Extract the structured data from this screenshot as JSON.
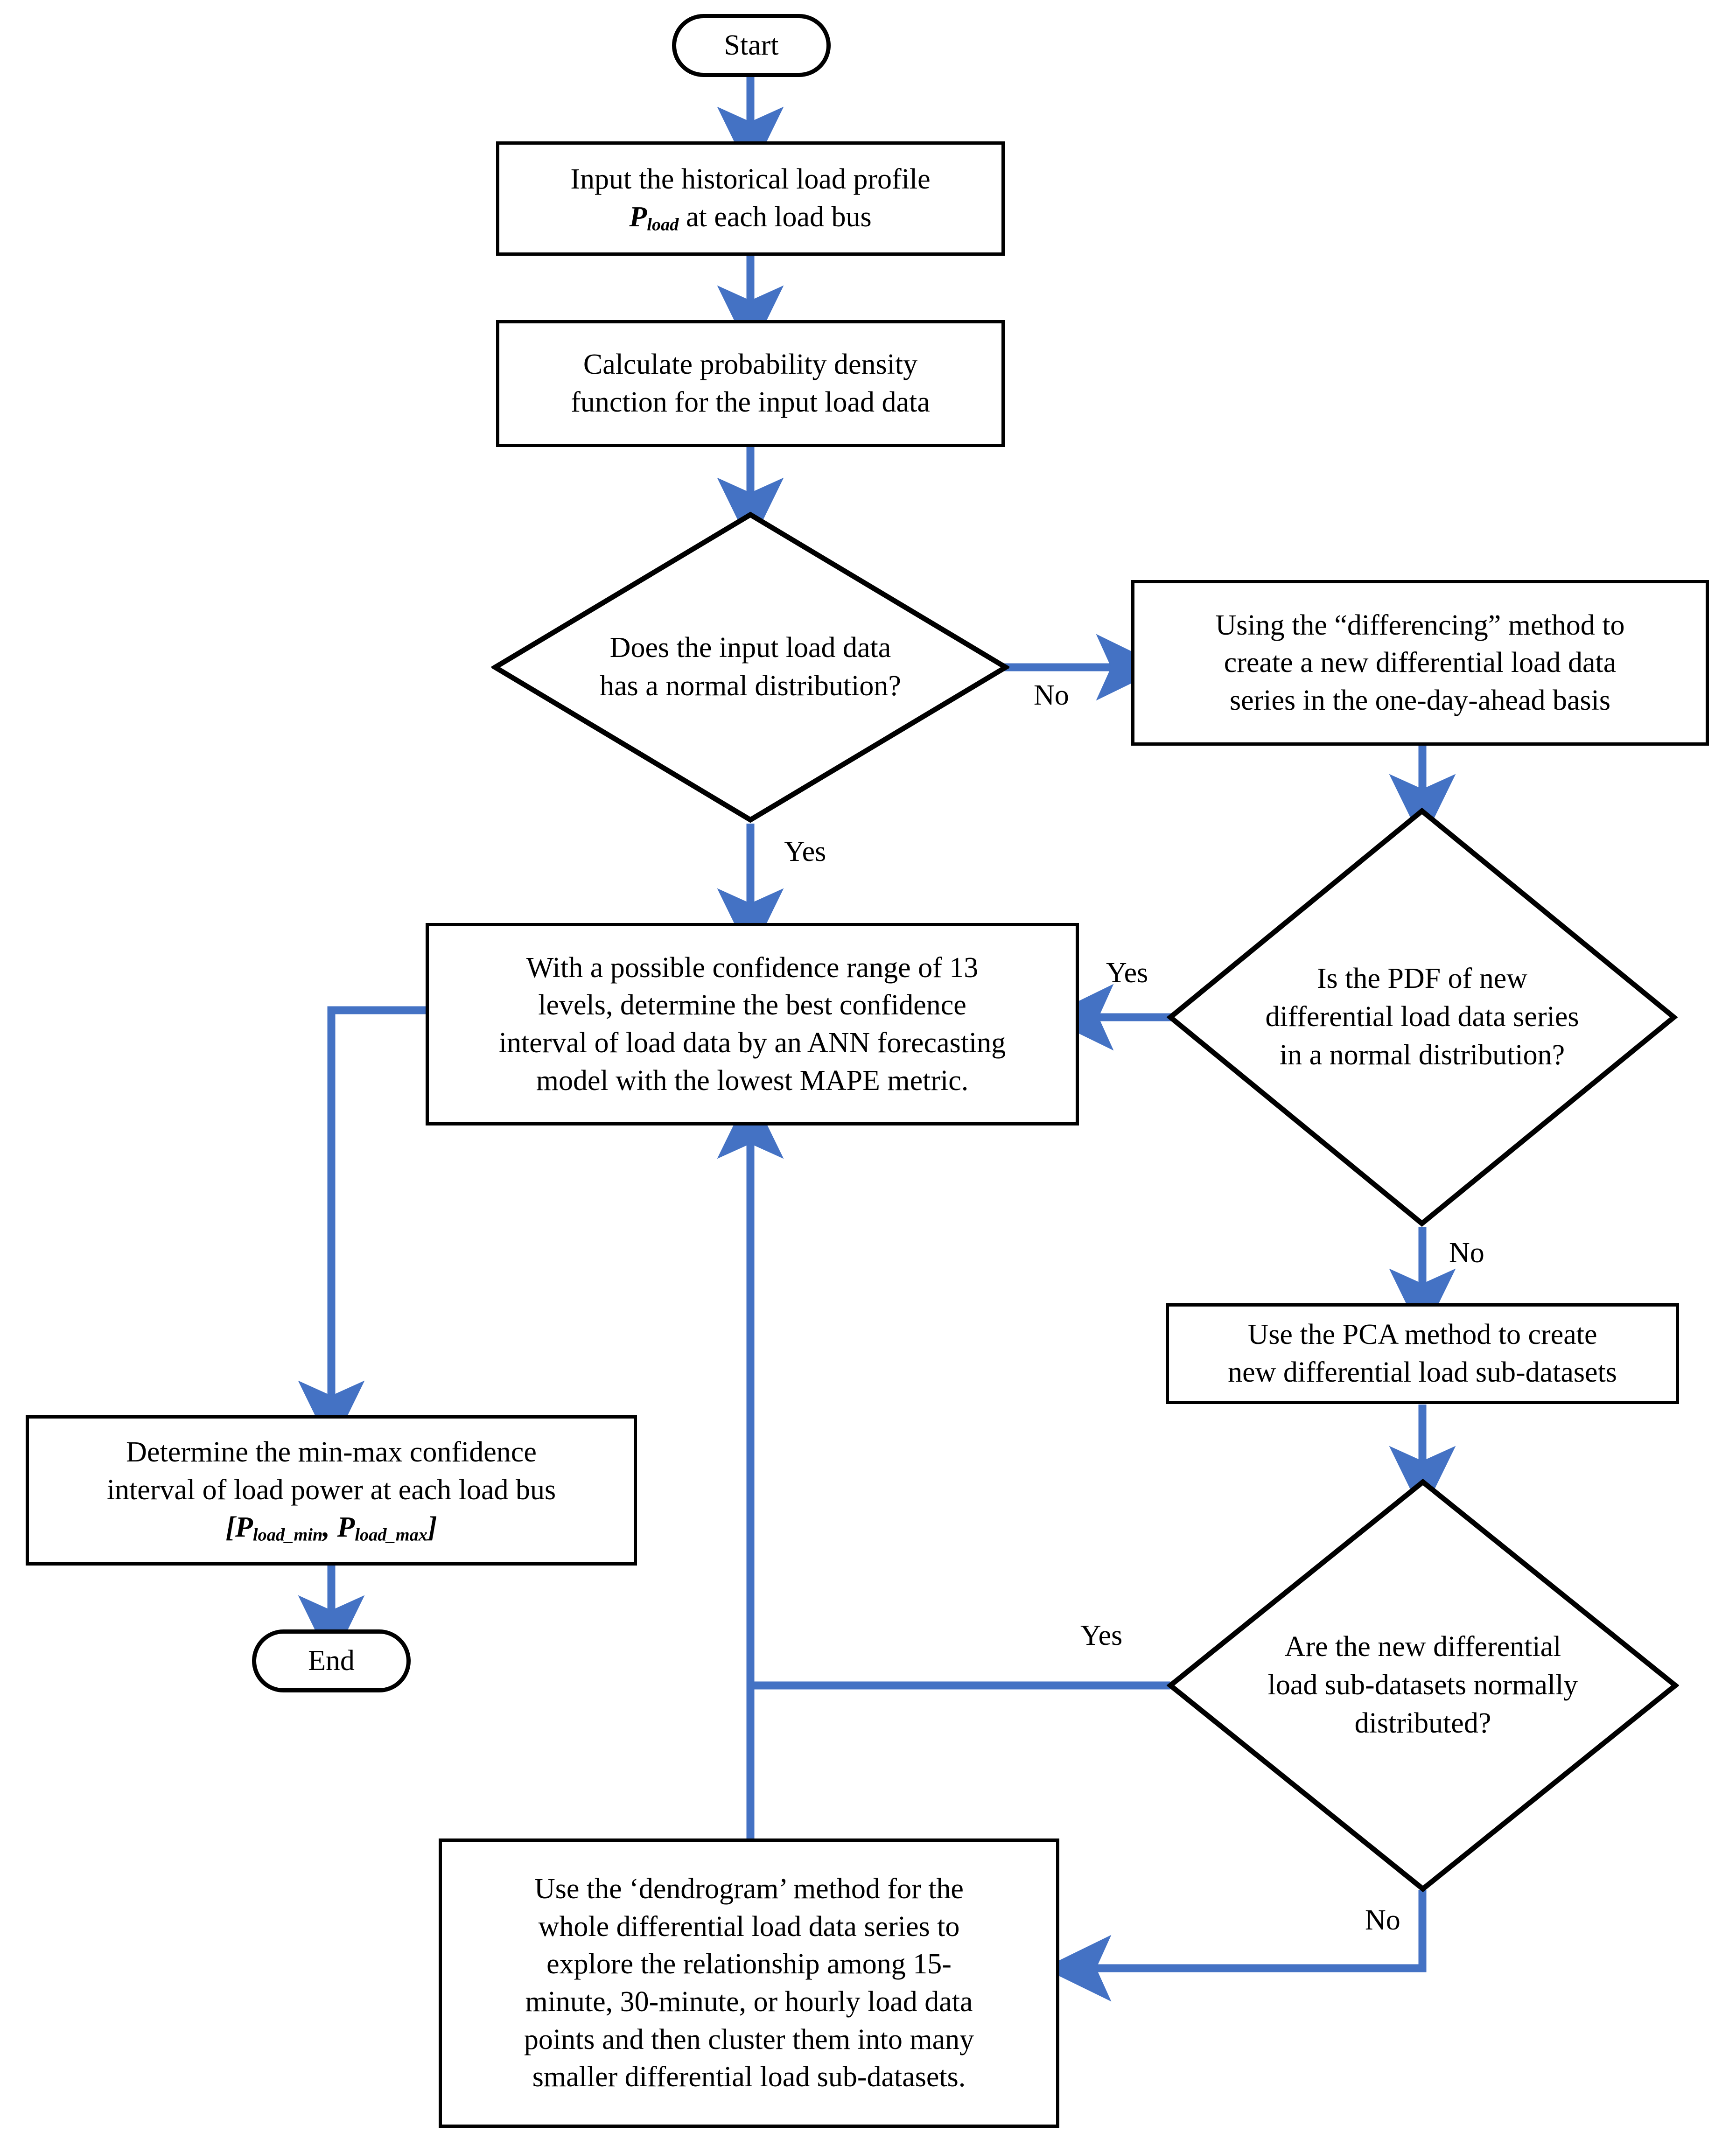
{
  "diagram": {
    "title": "Probabilistic load confidence interval determination flowchart",
    "accent_color": "#4472C4",
    "outline_color": "#000000",
    "background_color": "#FFFFFF"
  },
  "nodes": {
    "start": {
      "type": "terminal",
      "label": "Start"
    },
    "input_load": {
      "type": "process",
      "line1": "Input the historical load profile",
      "symbol": "P",
      "symbol_subscript": "load",
      "line2_tail": " at each load bus"
    },
    "calc_pdf": {
      "type": "process",
      "line1": "Calculate probability density",
      "line2": "function  for the input load data"
    },
    "decision_input_normal": {
      "type": "decision",
      "line1": "Does the input load data",
      "line2": "has a normal distribution?"
    },
    "differencing": {
      "type": "process",
      "line1": "Using the “differencing” method to",
      "line2": "create a new differential load data",
      "line3": "series in the one-day-ahead basis"
    },
    "decision_pdf_normal": {
      "type": "decision",
      "line1": "Is the PDF of new",
      "line2": "differential load data series",
      "line3": "in a normal distribution?"
    },
    "confidence_range": {
      "type": "process",
      "line1": "With a possible confidence range of 13",
      "line2": "levels, determine the best confidence",
      "line3": "interval of load data by an ANN forecasting",
      "line4": "model with the lowest MAPE metric."
    },
    "pca": {
      "type": "process",
      "line1": "Use the PCA method to create",
      "line2": "new differential load sub-datasets"
    },
    "decision_sub_normal": {
      "type": "decision",
      "line1": "Are the new differential",
      "line2": "load sub-datasets normally",
      "line3": "distributed?"
    },
    "minmax": {
      "type": "process",
      "line1": "Determine the min-max confidence",
      "line2": "interval of load power at each load bus",
      "interval_open": "[",
      "symbol1": "P",
      "symbol1_subscript": "load_min",
      "separator": ", ",
      "symbol2": "P",
      "symbol2_subscript": "load_max",
      "interval_close": "]"
    },
    "dendrogram": {
      "type": "process",
      "line1": "Use the ‘dendrogram’ method for the",
      "line2": "whole differential load data series to",
      "line3": "explore the relationship among 15-",
      "line4": "minute, 30-minute, or hourly load data",
      "line5": "points and then cluster them into many",
      "line6": "smaller differential load sub-datasets."
    },
    "end": {
      "type": "terminal",
      "label": "End"
    }
  },
  "edge_labels": {
    "d1_no": "No",
    "d1_yes": "Yes",
    "d2_yes": "Yes",
    "d2_no": "No",
    "d3_yes": "Yes",
    "d3_no": "No"
  },
  "edges": [
    {
      "from": "start",
      "to": "input_load",
      "label": ""
    },
    {
      "from": "input_load",
      "to": "calc_pdf",
      "label": ""
    },
    {
      "from": "calc_pdf",
      "to": "decision_input_normal",
      "label": ""
    },
    {
      "from": "decision_input_normal",
      "to": "differencing",
      "label": "No"
    },
    {
      "from": "decision_input_normal",
      "to": "confidence_range",
      "label": "Yes"
    },
    {
      "from": "differencing",
      "to": "decision_pdf_normal",
      "label": ""
    },
    {
      "from": "decision_pdf_normal",
      "to": "confidence_range",
      "label": "Yes"
    },
    {
      "from": "decision_pdf_normal",
      "to": "pca",
      "label": "No"
    },
    {
      "from": "pca",
      "to": "decision_sub_normal",
      "label": ""
    },
    {
      "from": "decision_sub_normal",
      "to": "confidence_range",
      "label": "Yes"
    },
    {
      "from": "decision_sub_normal",
      "to": "dendrogram",
      "label": "No"
    },
    {
      "from": "dendrogram",
      "to": "confidence_range",
      "label": ""
    },
    {
      "from": "confidence_range",
      "to": "minmax",
      "label": ""
    },
    {
      "from": "minmax",
      "to": "end",
      "label": ""
    }
  ]
}
